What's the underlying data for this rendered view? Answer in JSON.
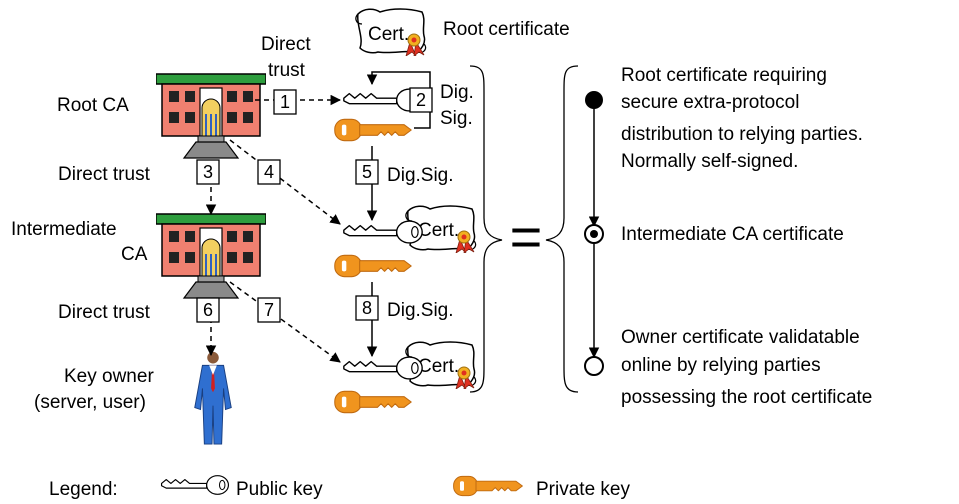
{
  "root_certificate_label": "Root certificate",
  "cert_label": "Cert.",
  "direct_trust_top_line1": "Direct",
  "direct_trust_top_line2": "trust",
  "direct_trust": "Direct trust",
  "root_ca": "Root CA",
  "intermediate_ca_line1": "Intermediate",
  "intermediate_ca_line2": "CA",
  "key_owner_line1": "Key owner",
  "key_owner_line2": "(server, user)",
  "dig_sig_line1": "Dig.",
  "dig_sig_line2": "Sig.",
  "dig_sig": "Dig.Sig.",
  "equals": "=",
  "steps": [
    "1",
    "2",
    "3",
    "4",
    "5",
    "6",
    "7",
    "8"
  ],
  "chain": {
    "root_desc": [
      "Root certificate requiring",
      "secure extra-protocol",
      "distribution to relying parties.",
      "Normally self-signed."
    ],
    "intermediate_desc": "Intermediate CA certificate",
    "owner_desc": [
      "Owner certificate validatable",
      "online by  relying parties",
      "possessing the root certificate"
    ]
  },
  "legend": {
    "title": "Legend:",
    "public_key": "Public key",
    "private_key": "Private key"
  },
  "colors": {
    "building_wall": "#f08070",
    "building_roof": "#2e9e3e",
    "building_base": "#8a8a8a",
    "private_key": "#f0941e",
    "seal_red": "#e03020",
    "person_suit": "#2f6fd0",
    "person_tie": "#d02020"
  }
}
